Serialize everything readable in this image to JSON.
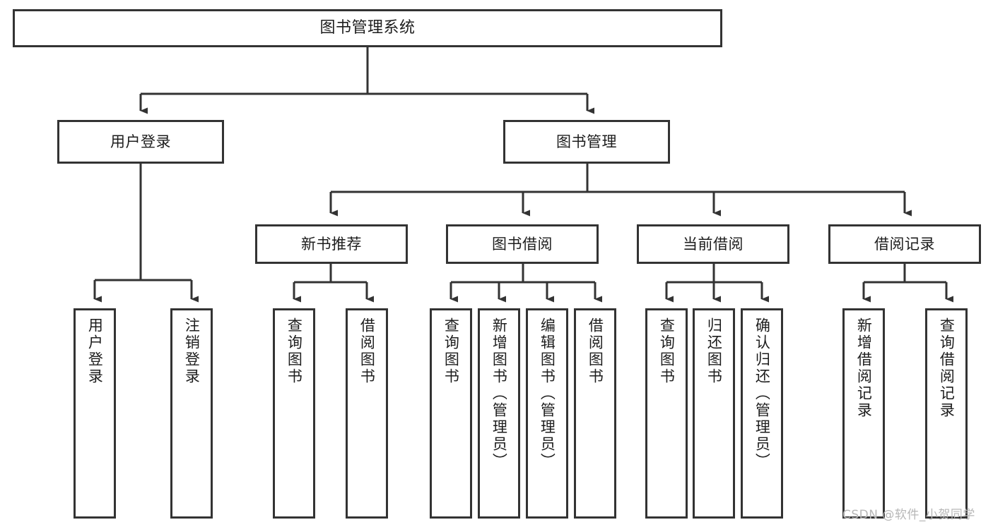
{
  "diagram": {
    "title": "图书管理系统",
    "type": "tree-hierarchy-diagram",
    "root": {
      "label": "图书管理系统"
    },
    "level2": [
      {
        "label": "用户登录"
      },
      {
        "label": "图书管理"
      }
    ],
    "level3": [
      {
        "label": "新书推荐"
      },
      {
        "label": "图书借阅"
      },
      {
        "label": "当前借阅"
      },
      {
        "label": "借阅记录"
      }
    ],
    "leaves": {
      "user_login": [
        {
          "label": "用户登录"
        },
        {
          "label": "注销登录"
        }
      ],
      "new_book_recommend": [
        {
          "label": "查询图书"
        },
        {
          "label": "借阅图书"
        }
      ],
      "book_borrow": [
        {
          "label": "查询图书"
        },
        {
          "label": "新增图书（管理员）"
        },
        {
          "label": "编辑图书（管理员）"
        },
        {
          "label": "借阅图书"
        }
      ],
      "current_borrow": [
        {
          "label": "查询图书"
        },
        {
          "label": "归还图书"
        },
        {
          "label": "确认归还（管理员）"
        }
      ],
      "borrow_record": [
        {
          "label": "新增借阅记录"
        },
        {
          "label": "查询借阅记录"
        }
      ]
    }
  },
  "watermark": {
    "text": "CSDN @软件_小贺同学"
  },
  "colors": {
    "border": "#333333",
    "background": "#ffffff",
    "text": "#1d1d1d",
    "watermark": "#b7b7b7"
  }
}
